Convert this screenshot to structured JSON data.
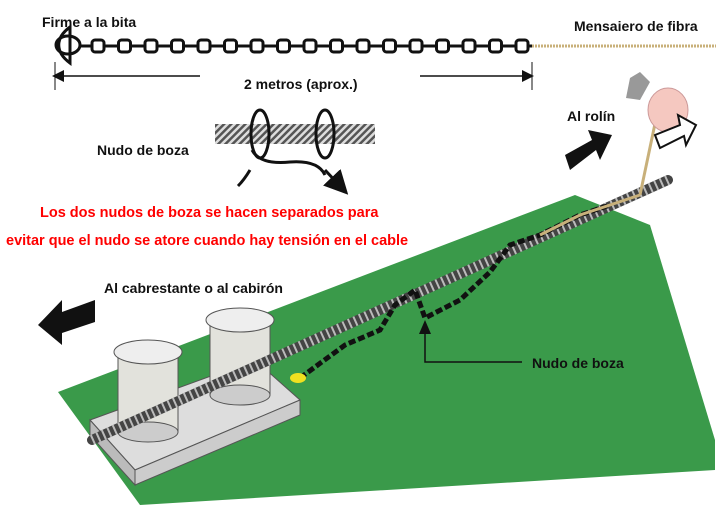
{
  "labels": {
    "top_left": "Firme a la bita",
    "top_right": "Mensaiero de fibra",
    "length": "2 metros (aprox.)",
    "knot_detail": "Nudo de boza",
    "to_roller": "Al rolín",
    "note_line1": "Los dos nudos de boza se hacen separados para",
    "note_line2": "evitar que el nudo se atore cuando hay tensión en el cable",
    "to_capstan": "Al cabrestante o al cabirón",
    "knot_pointer": "Nudo de boza"
  },
  "colors": {
    "deck": "#3a9a4a",
    "note": "#ff0000",
    "rope": "#c8b07a",
    "chain": "#111111"
  }
}
